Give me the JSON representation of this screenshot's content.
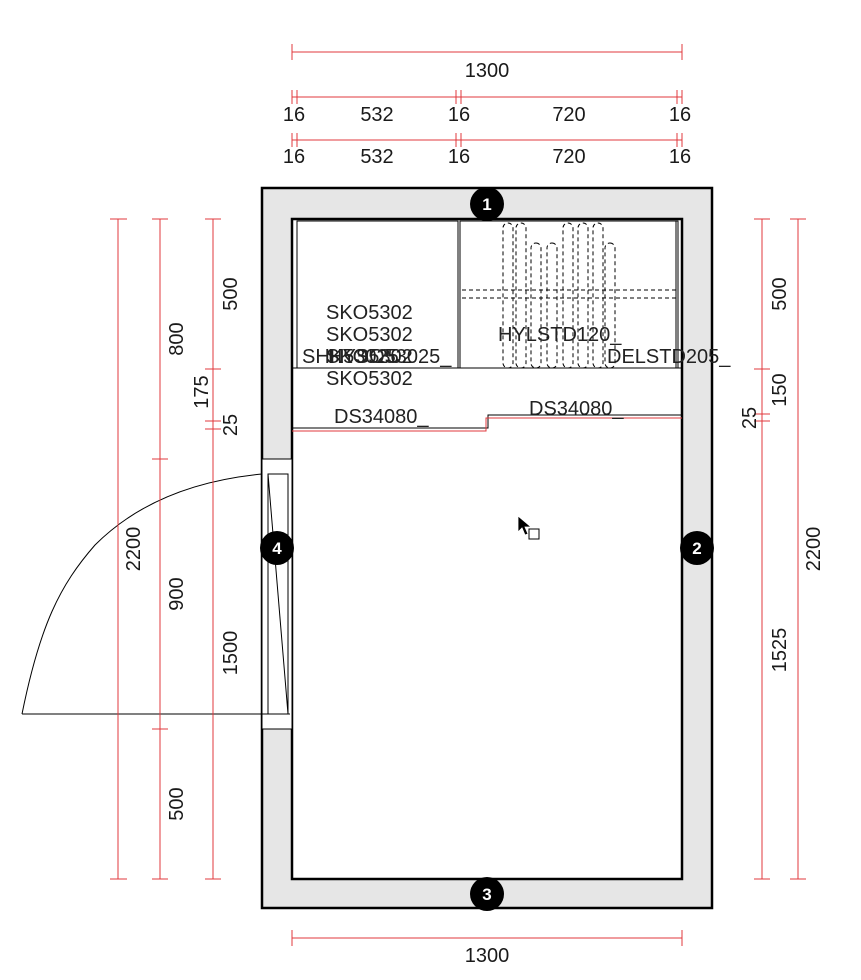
{
  "dimensions": {
    "top_total": "1300",
    "top_row1": [
      "16",
      "532",
      "16",
      "720",
      "16"
    ],
    "top_row2": [
      "16",
      "532",
      "16",
      "720",
      "16"
    ],
    "bottom_total": "1300",
    "left_col1": "2200",
    "left_col2": [
      "800",
      "900",
      "500"
    ],
    "left_col3": [
      "500",
      "175",
      "25",
      "1500"
    ],
    "right_col1": [
      "500",
      "150",
      "25",
      "1525"
    ],
    "right_col2": "2200"
  },
  "labels": {
    "left_stack": [
      "SKO5302",
      "SKO5302",
      "SKO5302"
    ],
    "left_overlap_a": "SHK53025",
    "left_overlap_b": "SKO5302",
    "left_overlap_c": "HYSO53025_",
    "shelf_right": "HYLSTD120_",
    "divider": "DELSTD205_",
    "rail_left": "DS34080_",
    "rail_right": "DS34080_"
  },
  "wall_markers": [
    "1",
    "2",
    "3",
    "4"
  ],
  "icons": [
    "cursor-arrow-icon"
  ]
}
